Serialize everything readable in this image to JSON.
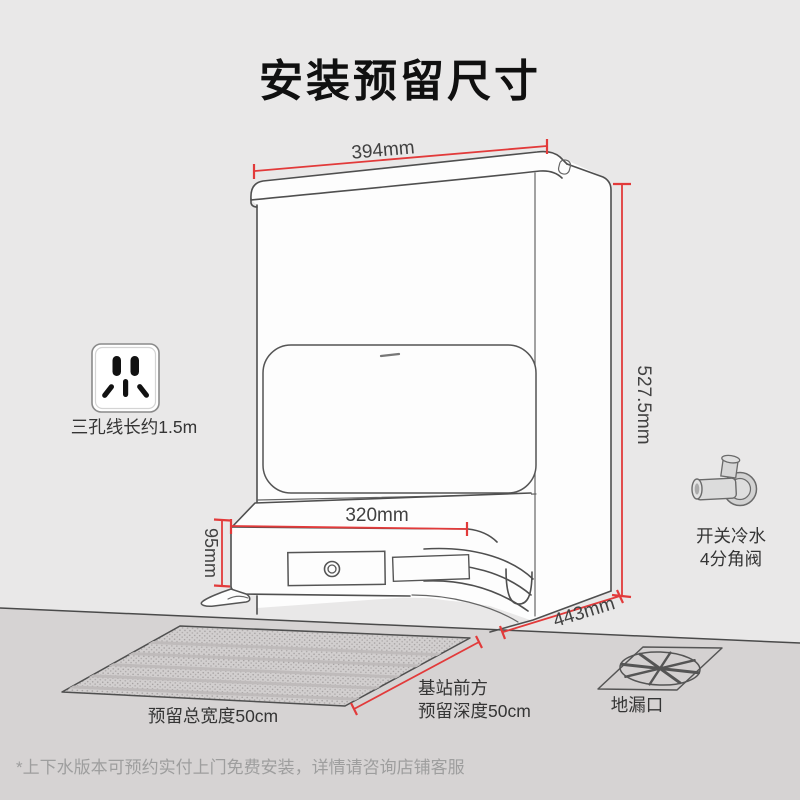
{
  "title": "安装预留尺寸",
  "station": {
    "width_label": "394mm",
    "height_label": "527.5mm",
    "depth_label": "443mm",
    "robot_width_label": "320mm",
    "robot_height_label": "95mm"
  },
  "annotations": {
    "socket_label": "三孔线长约1.5m",
    "valve_label_line1": "开关冷水",
    "valve_label_line2": "4分角阀",
    "mat_width_label": "预留总宽度50cm",
    "front_clearance_line1": "基站前方",
    "front_clearance_line2": "预留深度50cm",
    "drain_label": "地漏口"
  },
  "footnote": "*上下水版本可预约实付上门免费安装，详情请咨询店铺客服",
  "icons": [
    "power-socket-icon",
    "angle-valve-icon",
    "floor-drain-icon",
    "floor-mat"
  ],
  "colors": {
    "wall": "#e9e8e8",
    "floor": "#d6d3d3",
    "dimension_red": "#e23a3a",
    "line_art": "#4f4f4f"
  }
}
